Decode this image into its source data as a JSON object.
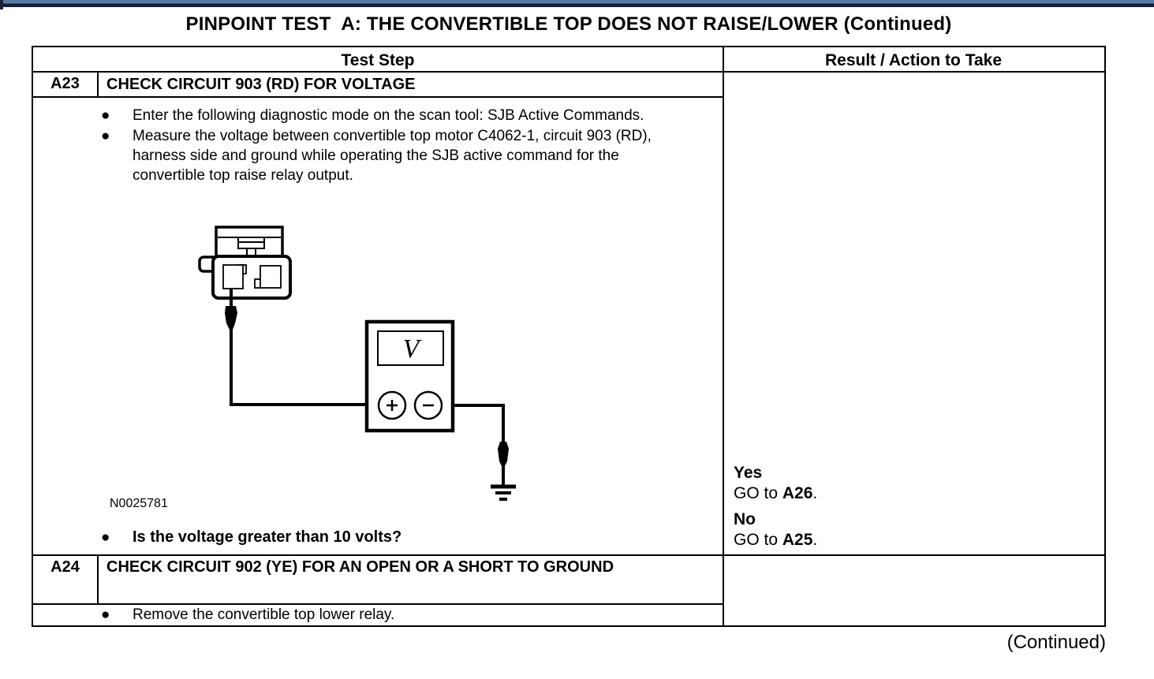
{
  "page": {
    "title": "PINPOINT TEST  A: THE CONVERTIBLE TOP DOES NOT RAISE/LOWER (Continued)",
    "continued_note": "(Continued)"
  },
  "table": {
    "headers": {
      "test_step": "Test Step",
      "result": "Result / Action to Take"
    },
    "rows": [
      {
        "id": "A23",
        "title": "CHECK CIRCUIT 903 (RD) FOR VOLTAGE",
        "steps": [
          "Enter the following diagnostic mode on the scan tool: SJB Active Commands.",
          "Measure the voltage between convertible top motor C4062-1, circuit 903 (RD), harness side and ground while operating the SJB active command for the convertible top raise relay output."
        ],
        "figure_id": "N0025781",
        "question": "Is the voltage greater than 10 volts?",
        "results": [
          {
            "answer": "Yes",
            "action_prefix": "GO to ",
            "action_target": "A26",
            "action_suffix": "."
          },
          {
            "answer": "No",
            "action_prefix": "GO to ",
            "action_target": "A25",
            "action_suffix": "."
          }
        ]
      },
      {
        "id": "A24",
        "title": "CHECK CIRCUIT 902 (YE) FOR AN OPEN OR A SHORT TO GROUND",
        "steps": [
          "Remove the convertible top lower relay."
        ]
      }
    ]
  },
  "diagram": {
    "meter_symbol": "V",
    "description": "voltmeter connected between convertible top motor connector circuit and ground"
  }
}
